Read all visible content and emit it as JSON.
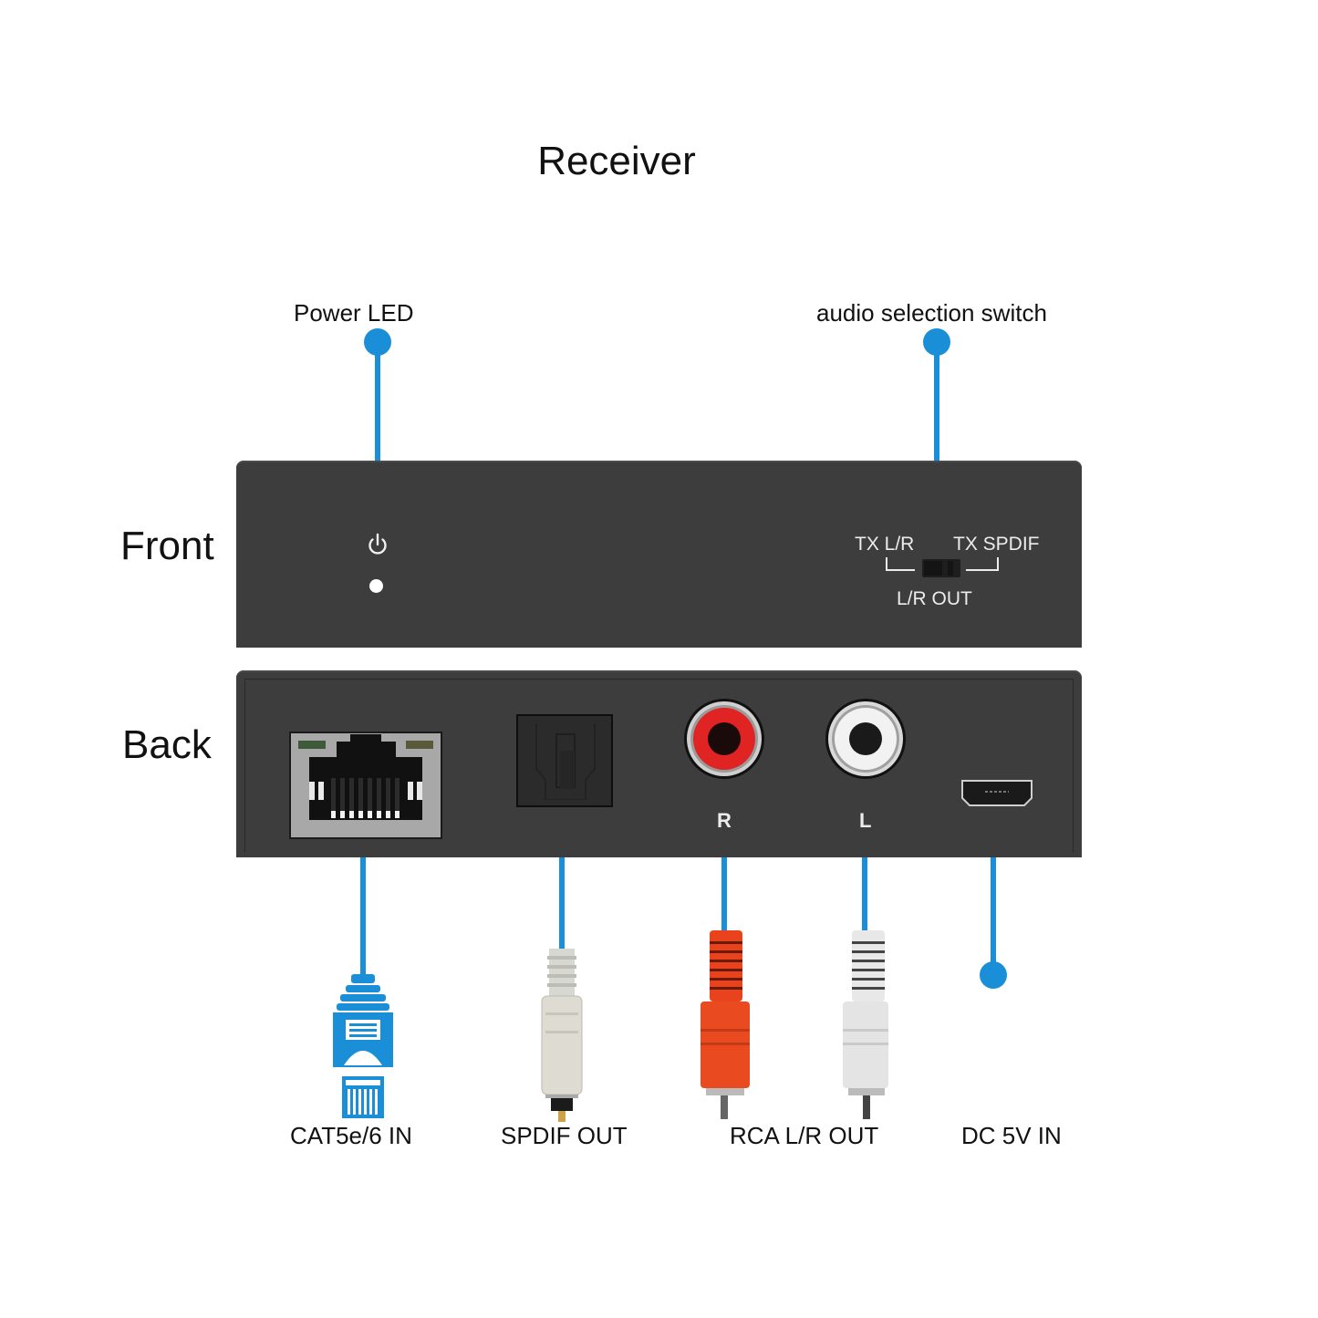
{
  "title": "Receiver",
  "views": {
    "front_label": "Front",
    "back_label": "Back"
  },
  "callouts_top": {
    "power_led": "Power LED",
    "audio_switch": "audio selection switch"
  },
  "front_panel": {
    "power_icon": "power-icon",
    "switch_labels": {
      "left": "TX L/R",
      "right": "TX SPDIF",
      "bottom": "L/R OUT"
    }
  },
  "back_panel": {
    "ports": [
      {
        "id": "rj45",
        "icon": "ethernet-port-icon"
      },
      {
        "id": "optical",
        "icon": "toslink-port-icon"
      },
      {
        "id": "rca_r",
        "icon": "rca-port-icon",
        "label": "R",
        "color": "#e02424"
      },
      {
        "id": "rca_l",
        "icon": "rca-port-icon",
        "label": "L",
        "color": "#f2f2f2"
      },
      {
        "id": "dc",
        "icon": "micro-usb-port-icon"
      }
    ]
  },
  "callouts_bottom": [
    {
      "label": "CAT5e/6 IN",
      "icon": "ethernet-plug-icon"
    },
    {
      "label": "SPDIF OUT",
      "icon": "toslink-plug-icon"
    },
    {
      "label": "RCA L/R OUT",
      "icon": "rca-plugs-icon"
    },
    {
      "label": "DC 5V IN",
      "icon": "callout-dot-icon"
    }
  ],
  "colors": {
    "accent": "#1a8fd8",
    "panel": "#3d3d3d",
    "rca_red": "#e02424",
    "rca_white": "#f2f2f2"
  }
}
